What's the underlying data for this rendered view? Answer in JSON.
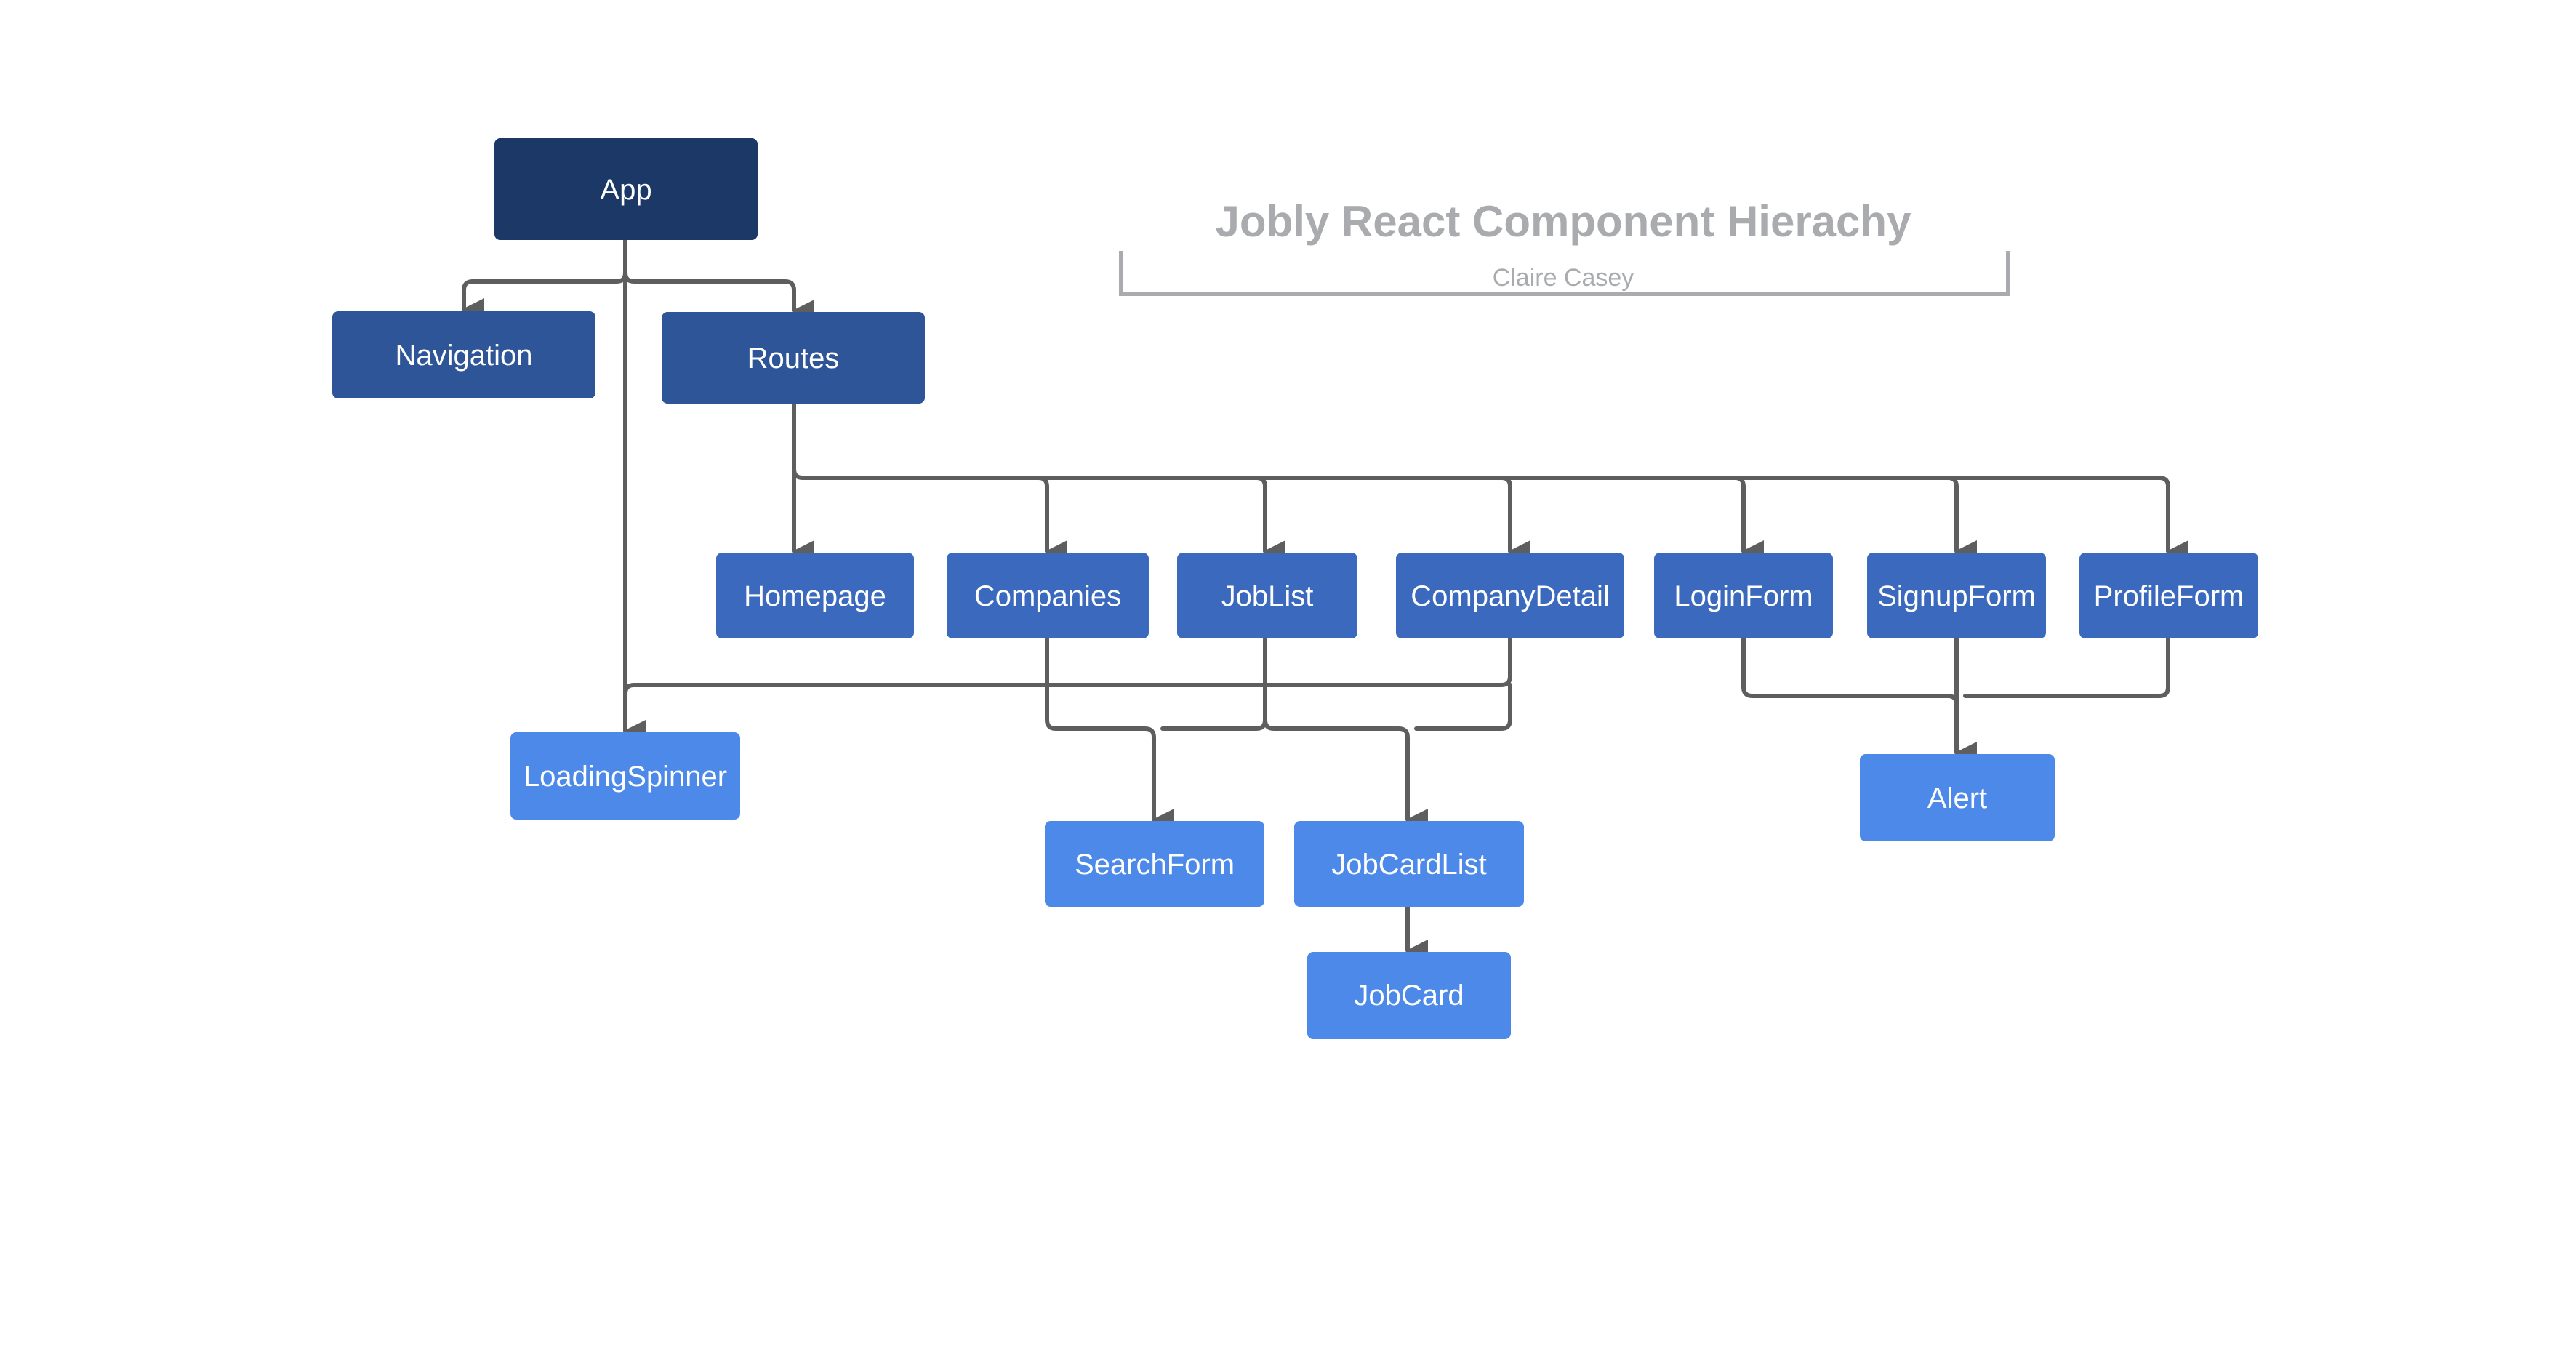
{
  "title": "Jobly React Component Hierachy",
  "subtitle": "Claire Casey",
  "colors": {
    "level0": "#1b3867",
    "level1": "#2e5597",
    "level2": "#3a69bd",
    "level3": "#4d89e8",
    "connector": "#5e5e5e",
    "title": "#a9abaf"
  },
  "nodes": [
    {
      "id": "app",
      "label": "App",
      "level": 0
    },
    {
      "id": "navigation",
      "label": "Navigation",
      "level": 1
    },
    {
      "id": "routes",
      "label": "Routes",
      "level": 1
    },
    {
      "id": "homepage",
      "label": "Homepage",
      "level": 2
    },
    {
      "id": "companies",
      "label": "Companies",
      "level": 2
    },
    {
      "id": "joblist",
      "label": "JobList",
      "level": 2
    },
    {
      "id": "companydetail",
      "label": "CompanyDetail",
      "level": 2
    },
    {
      "id": "loginform",
      "label": "LoginForm",
      "level": 2
    },
    {
      "id": "signupform",
      "label": "SignupForm",
      "level": 2
    },
    {
      "id": "profileform",
      "label": "ProfileForm",
      "level": 2
    },
    {
      "id": "loadingspinner",
      "label": "LoadingSpinner",
      "level": 3
    },
    {
      "id": "searchform",
      "label": "SearchForm",
      "level": 3
    },
    {
      "id": "jobcardlist",
      "label": "JobCardList",
      "level": 3
    },
    {
      "id": "alert",
      "label": "Alert",
      "level": 3
    },
    {
      "id": "jobcard",
      "label": "JobCard",
      "level": 3
    }
  ],
  "edges": [
    {
      "from": "app",
      "to": "navigation"
    },
    {
      "from": "app",
      "to": "routes"
    },
    {
      "from": "app",
      "to": "loadingspinner"
    },
    {
      "from": "routes",
      "to": "homepage"
    },
    {
      "from": "routes",
      "to": "companies"
    },
    {
      "from": "routes",
      "to": "joblist"
    },
    {
      "from": "routes",
      "to": "companydetail"
    },
    {
      "from": "routes",
      "to": "loginform"
    },
    {
      "from": "routes",
      "to": "signupform"
    },
    {
      "from": "routes",
      "to": "profileform"
    },
    {
      "from": "companies",
      "to": "loadingspinner"
    },
    {
      "from": "joblist",
      "to": "loadingspinner"
    },
    {
      "from": "companydetail",
      "to": "loadingspinner"
    },
    {
      "from": "companies",
      "to": "searchform"
    },
    {
      "from": "joblist",
      "to": "searchform"
    },
    {
      "from": "joblist",
      "to": "jobcardlist"
    },
    {
      "from": "companydetail",
      "to": "jobcardlist"
    },
    {
      "from": "loginform",
      "to": "alert"
    },
    {
      "from": "signupform",
      "to": "alert"
    },
    {
      "from": "profileform",
      "to": "alert"
    },
    {
      "from": "jobcardlist",
      "to": "jobcard"
    }
  ]
}
